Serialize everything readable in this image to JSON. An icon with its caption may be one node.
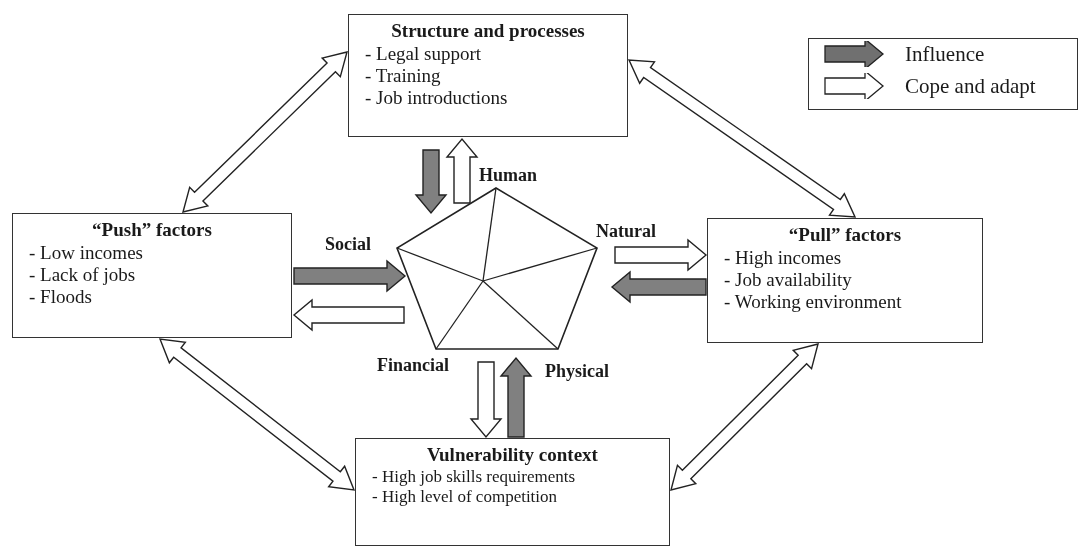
{
  "diagram": {
    "nodes": [
      {
        "text": [
          "Structure and processes",
          "- Legal support",
          "- Training",
          "- Job introductions"
        ]
      },
      {
        "text": [
          "“Push” factors",
          "- Low incomes",
          "- Lack of jobs",
          "- Floods"
        ]
      },
      {
        "text": [],
        "shape": "pentagon",
        "beside": [
          "Human",
          "Social",
          "Natural",
          "Financial",
          "Physical"
        ]
      },
      {
        "text": [
          "“Pull” factors",
          "- High incomes",
          "- Job availability",
          "- Working environment"
        ]
      },
      {
        "text": [
          "Vulnerability context",
          "- High job skills requirements",
          "- High level of competition"
        ]
      }
    ],
    "edges": [
      {
        "from": 0,
        "to": 2,
        "arrow": "to",
        "color": "#808080"
      },
      {
        "from": 2,
        "to": 0,
        "arrow": "to"
      },
      {
        "from": 1,
        "to": 2,
        "arrow": "to",
        "color": "#808080"
      },
      {
        "from": 2,
        "to": 1,
        "arrow": "to"
      },
      {
        "from": 2,
        "to": 3,
        "arrow": "to"
      },
      {
        "from": 3,
        "to": 2,
        "arrow": "to",
        "color": "#808080"
      },
      {
        "from": 2,
        "to": 4,
        "arrow": "to"
      },
      {
        "from": 4,
        "to": 2,
        "arrow": "to",
        "color": "#808080"
      },
      {
        "from": 0,
        "to": 1,
        "arrow": "both"
      },
      {
        "from": 0,
        "to": 3,
        "arrow": "both"
      },
      {
        "from": 1,
        "to": 4,
        "arrow": "both"
      },
      {
        "from": 3,
        "to": 4,
        "arrow": "both"
      }
    ],
    "legend": [
      {
        "text": "Influence"
      },
      {
        "text": "Cope and adapt"
      }
    ]
  }
}
